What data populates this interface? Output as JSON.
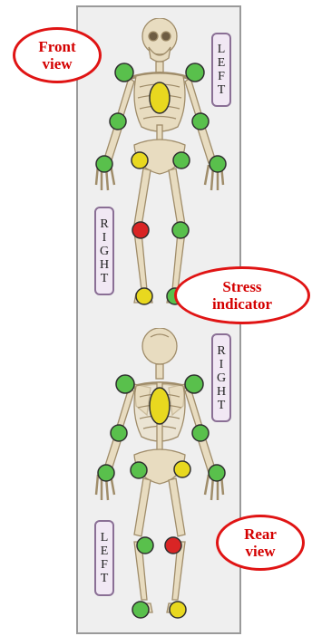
{
  "labels": {
    "front_left": [
      "L",
      "E",
      "F",
      "T"
    ],
    "front_right": [
      "R",
      "I",
      "G",
      "H",
      "T"
    ],
    "rear_right": [
      "R",
      "I",
      "G",
      "H",
      "T"
    ],
    "rear_left": [
      "L",
      "E",
      "F",
      "T"
    ]
  },
  "callouts": {
    "front": "Front\nview",
    "stress": "Stress\nindicator",
    "rear": "Rear\nview"
  },
  "colors": {
    "bone": "#e8dcc0",
    "bone_stroke": "#a08d6a",
    "low_stress": "#59c04c",
    "medium_stress": "#e8d81f",
    "high_stress": "#d92525",
    "callout_red": "#e01414"
  },
  "front_joints": [
    {
      "joint": "chest",
      "level": "medium"
    },
    {
      "joint": "right-shoulder",
      "level": "low"
    },
    {
      "joint": "left-shoulder",
      "level": "low"
    },
    {
      "joint": "right-elbow",
      "level": "low"
    },
    {
      "joint": "left-elbow",
      "level": "low"
    },
    {
      "joint": "right-wrist",
      "level": "low"
    },
    {
      "joint": "left-wrist",
      "level": "low"
    },
    {
      "joint": "right-hip",
      "level": "medium"
    },
    {
      "joint": "left-hip",
      "level": "low"
    },
    {
      "joint": "right-knee",
      "level": "high"
    },
    {
      "joint": "left-knee",
      "level": "low"
    },
    {
      "joint": "right-ankle",
      "level": "medium"
    },
    {
      "joint": "left-ankle",
      "level": "low"
    }
  ],
  "rear_joints": [
    {
      "joint": "back",
      "level": "medium"
    },
    {
      "joint": "left-shoulder",
      "level": "low"
    },
    {
      "joint": "right-shoulder",
      "level": "low"
    },
    {
      "joint": "left-elbow",
      "level": "low"
    },
    {
      "joint": "right-elbow",
      "level": "low"
    },
    {
      "joint": "left-wrist",
      "level": "low"
    },
    {
      "joint": "right-wrist",
      "level": "low"
    },
    {
      "joint": "left-hip",
      "level": "low"
    },
    {
      "joint": "right-hip",
      "level": "medium"
    },
    {
      "joint": "left-knee",
      "level": "low"
    },
    {
      "joint": "right-knee",
      "level": "high"
    },
    {
      "joint": "left-ankle",
      "level": "low"
    },
    {
      "joint": "right-ankle",
      "level": "medium"
    }
  ]
}
